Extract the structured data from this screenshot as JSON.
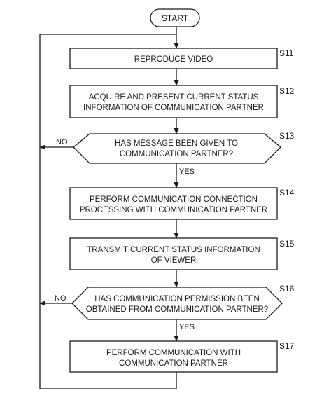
{
  "diagram": {
    "start": {
      "label": "START"
    },
    "steps": [
      {
        "id": "S11",
        "type": "process",
        "lines": [
          "REPRODUCE VIDEO"
        ]
      },
      {
        "id": "S12",
        "type": "process",
        "lines": [
          "ACQUIRE AND PRESENT CURRENT STATUS",
          "INFORMATION OF COMMUNICATION PARTNER"
        ]
      },
      {
        "id": "S13",
        "type": "decision",
        "lines": [
          "HAS MESSAGE BEEN GIVEN TO",
          "COMMUNICATION PARTNER?"
        ],
        "yes_label": "YES",
        "no_label": "NO"
      },
      {
        "id": "S14",
        "type": "process",
        "lines": [
          "PERFORM COMMUNICATION CONNECTION",
          "PROCESSING WITH COMMUNICATION PARTNER"
        ]
      },
      {
        "id": "S15",
        "type": "process",
        "lines": [
          "TRANSMIT CURRENT STATUS INFORMATION",
          "OF VIEWER"
        ]
      },
      {
        "id": "S16",
        "type": "decision",
        "lines": [
          "HAS COMMUNICATION PERMISSION BEEN",
          "OBTAINED FROM COMMUNICATION PARTNER?"
        ],
        "yes_label": "YES",
        "no_label": "NO"
      },
      {
        "id": "S17",
        "type": "process",
        "lines": [
          "PERFORM COMMUNICATION WITH",
          "COMMUNICATION PARTNER"
        ]
      }
    ]
  }
}
